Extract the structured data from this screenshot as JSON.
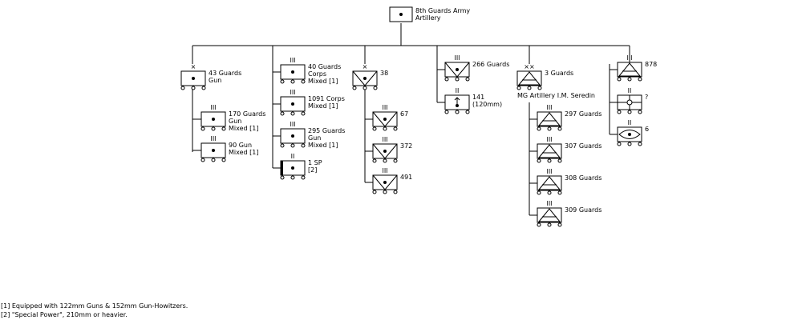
{
  "root": {
    "label_lines": [
      "8th Guards Army",
      "Artillery"
    ],
    "echelon": ""
  },
  "units": [
    {
      "id": "u43",
      "label_lines": [
        "43 Guards",
        "Gun"
      ],
      "echelon": "×",
      "symbol": "artillery"
    },
    {
      "id": "u170",
      "label_lines": [
        "170 Guards",
        "Gun",
        "Mixed [1]"
      ],
      "echelon": "III",
      "symbol": "artillery"
    },
    {
      "id": "u90",
      "label_lines": [
        "90 Gun",
        "Mixed [1]"
      ],
      "echelon": "III",
      "symbol": "artillery"
    },
    {
      "id": "u40",
      "label_lines": [
        "40 Guards",
        "Corps",
        "Mixed [1]"
      ],
      "echelon": "III",
      "symbol": "artillery"
    },
    {
      "id": "u1091",
      "label_lines": [
        "1091 Corps",
        "Mixed [1]"
      ],
      "echelon": "III",
      "symbol": "artillery"
    },
    {
      "id": "u295",
      "label_lines": [
        "295 Guards",
        "Gun",
        "Mixed [1]"
      ],
      "echelon": "III",
      "symbol": "artillery"
    },
    {
      "id": "u1sp",
      "label_lines": [
        "1 SP",
        "[2]"
      ],
      "echelon": "II",
      "symbol": "artillery-sp"
    },
    {
      "id": "u38",
      "label_lines": [
        "38"
      ],
      "echelon": "×",
      "symbol": "howitzer"
    },
    {
      "id": "u67",
      "label_lines": [
        "67"
      ],
      "echelon": "III",
      "symbol": "howitzer"
    },
    {
      "id": "u372",
      "label_lines": [
        "372"
      ],
      "echelon": "III",
      "symbol": "howitzer"
    },
    {
      "id": "u491",
      "label_lines": [
        "491"
      ],
      "echelon": "III",
      "symbol": "howitzer"
    },
    {
      "id": "u266",
      "label_lines": [
        "266 Guards"
      ],
      "echelon": "III",
      "symbol": "howitzer"
    },
    {
      "id": "u141",
      "label_lines": [
        "141",
        "(120mm)"
      ],
      "echelon": "II",
      "symbol": "mortar"
    },
    {
      "id": "u3g",
      "label_lines": [
        "3 Guards",
        "MG Artillery I.M. Seredin"
      ],
      "echelon": "××",
      "symbol": "rocket"
    },
    {
      "id": "u297",
      "label_lines": [
        "297 Guards"
      ],
      "echelon": "III",
      "symbol": "rocket"
    },
    {
      "id": "u307",
      "label_lines": [
        "307 Guards"
      ],
      "echelon": "III",
      "symbol": "rocket"
    },
    {
      "id": "u308",
      "label_lines": [
        "308 Guards"
      ],
      "echelon": "III",
      "symbol": "rocket"
    },
    {
      "id": "u309",
      "label_lines": [
        "309 Guards"
      ],
      "echelon": "III",
      "symbol": "rocket"
    },
    {
      "id": "u878",
      "label_lines": [
        "878"
      ],
      "echelon": "III",
      "symbol": "rocket"
    },
    {
      "id": "uq",
      "label_lines": [
        "?"
      ],
      "echelon": "II",
      "symbol": "survey"
    },
    {
      "id": "u6",
      "label_lines": [
        "6"
      ],
      "echelon": "II",
      "symbol": "observation"
    }
  ],
  "footnotes": [
    "[1] Equipped with 122mm Guns & 152mm Gun-Howitzers.",
    "[2] \"Special Power\", 210mm or heavier."
  ]
}
